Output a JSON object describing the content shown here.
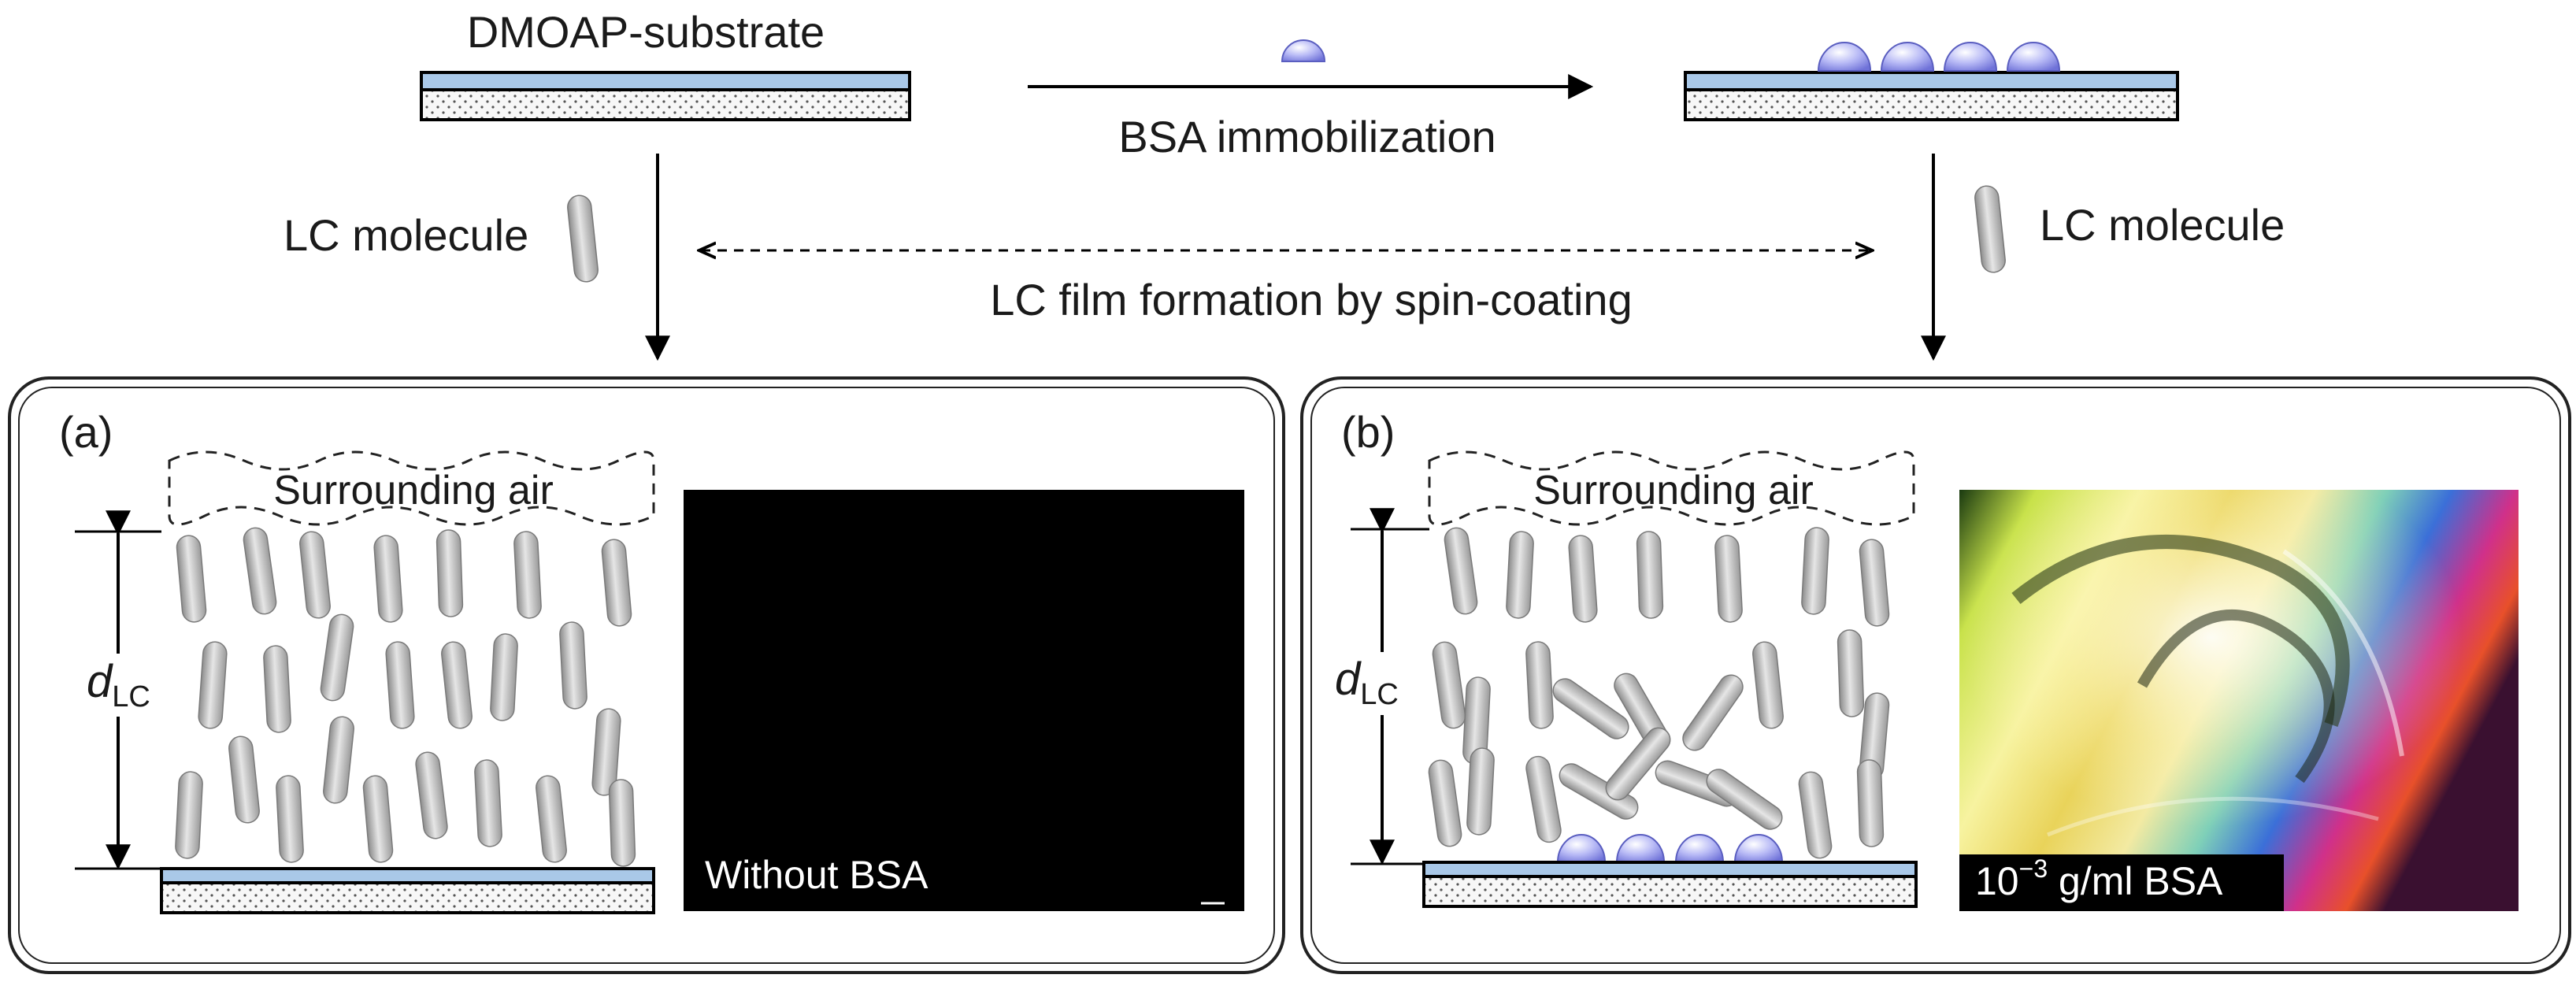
{
  "labels": {
    "substrate": "DMOAP-substrate",
    "immobilization": "BSA immobilization",
    "lc_molecule_left": "LC molecule",
    "lc_molecule_right": "LC molecule",
    "film_formation": "LC film formation by spin-coating"
  },
  "panels": {
    "a": {
      "label": "(a)",
      "air": "Surrounding air",
      "thickness_symbol": "d",
      "thickness_subscript": "LC",
      "photo_caption": "Without BSA"
    },
    "b": {
      "label": "(b)",
      "air": "Surrounding air",
      "thickness_symbol": "d",
      "thickness_subscript": "LC",
      "photo_caption_base": "10",
      "photo_caption_exp": "−3",
      "photo_caption_rest": " g/ml BSA"
    }
  },
  "colors": {
    "substrate_layer": "#a9c8e8",
    "bsa": "#a6a8f0",
    "lc_rod": "#b4b4b4",
    "photo_a": "#000000"
  }
}
